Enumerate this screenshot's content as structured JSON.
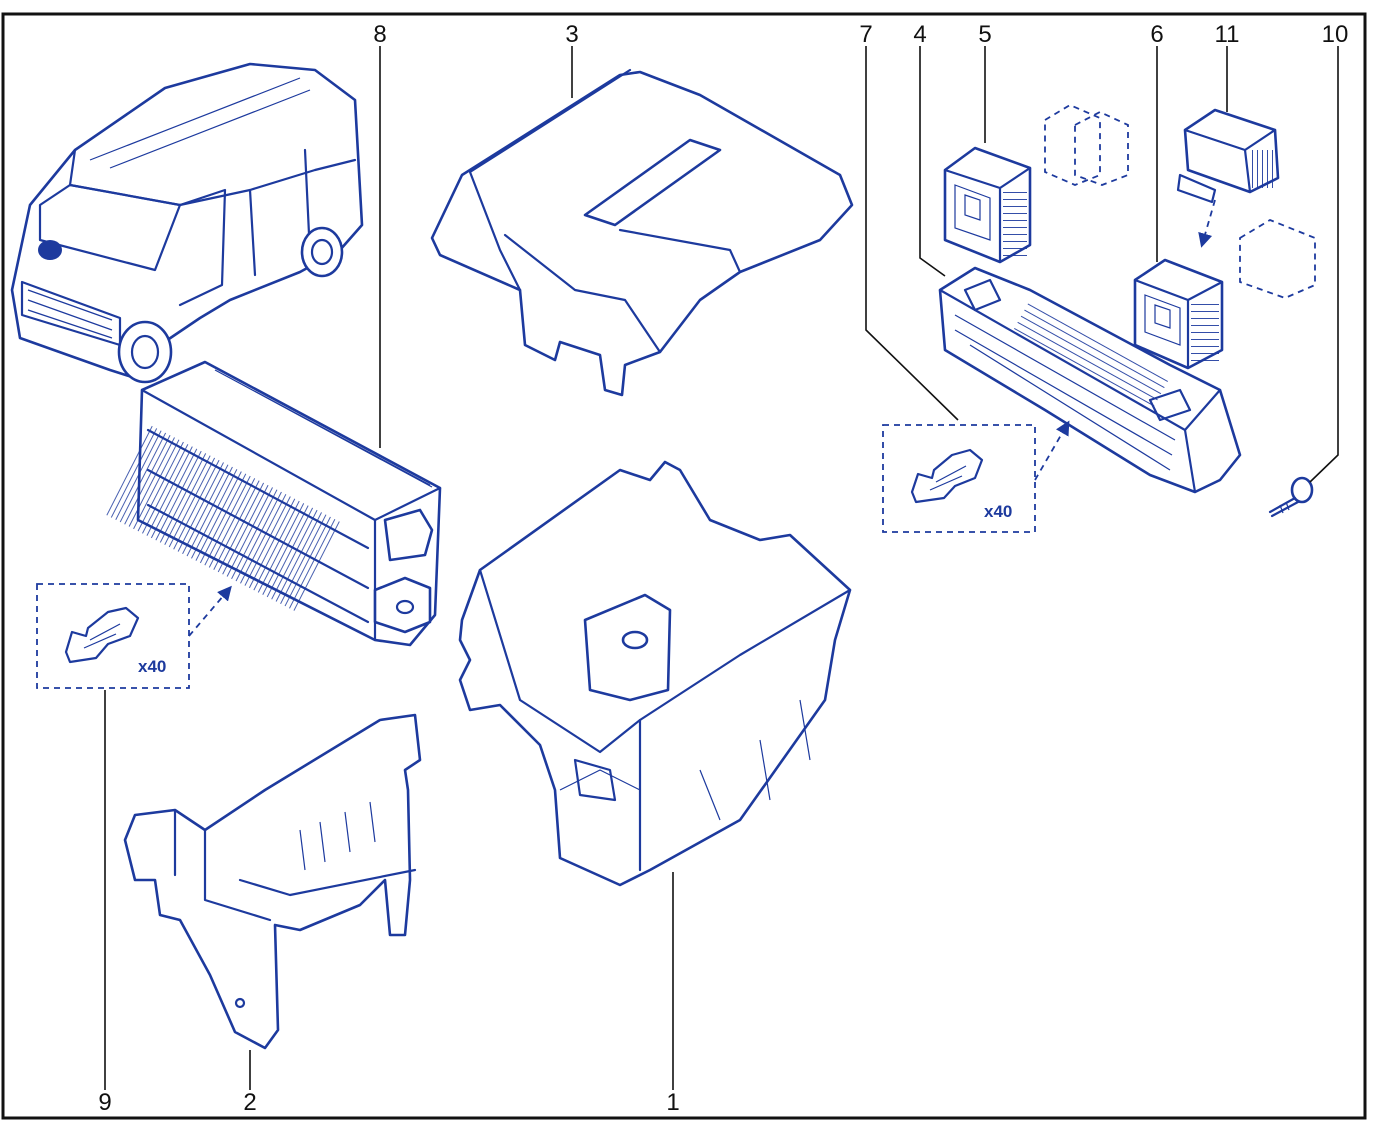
{
  "diagram": {
    "callouts": [
      "8",
      "3",
      "7",
      "4",
      "5",
      "6",
      "11",
      "10",
      "9",
      "2",
      "1"
    ],
    "quantity_left": "x40",
    "quantity_right": "x40"
  },
  "colors": {
    "line": "#1d3a9e",
    "text": "#111111",
    "frame": "#111111"
  }
}
